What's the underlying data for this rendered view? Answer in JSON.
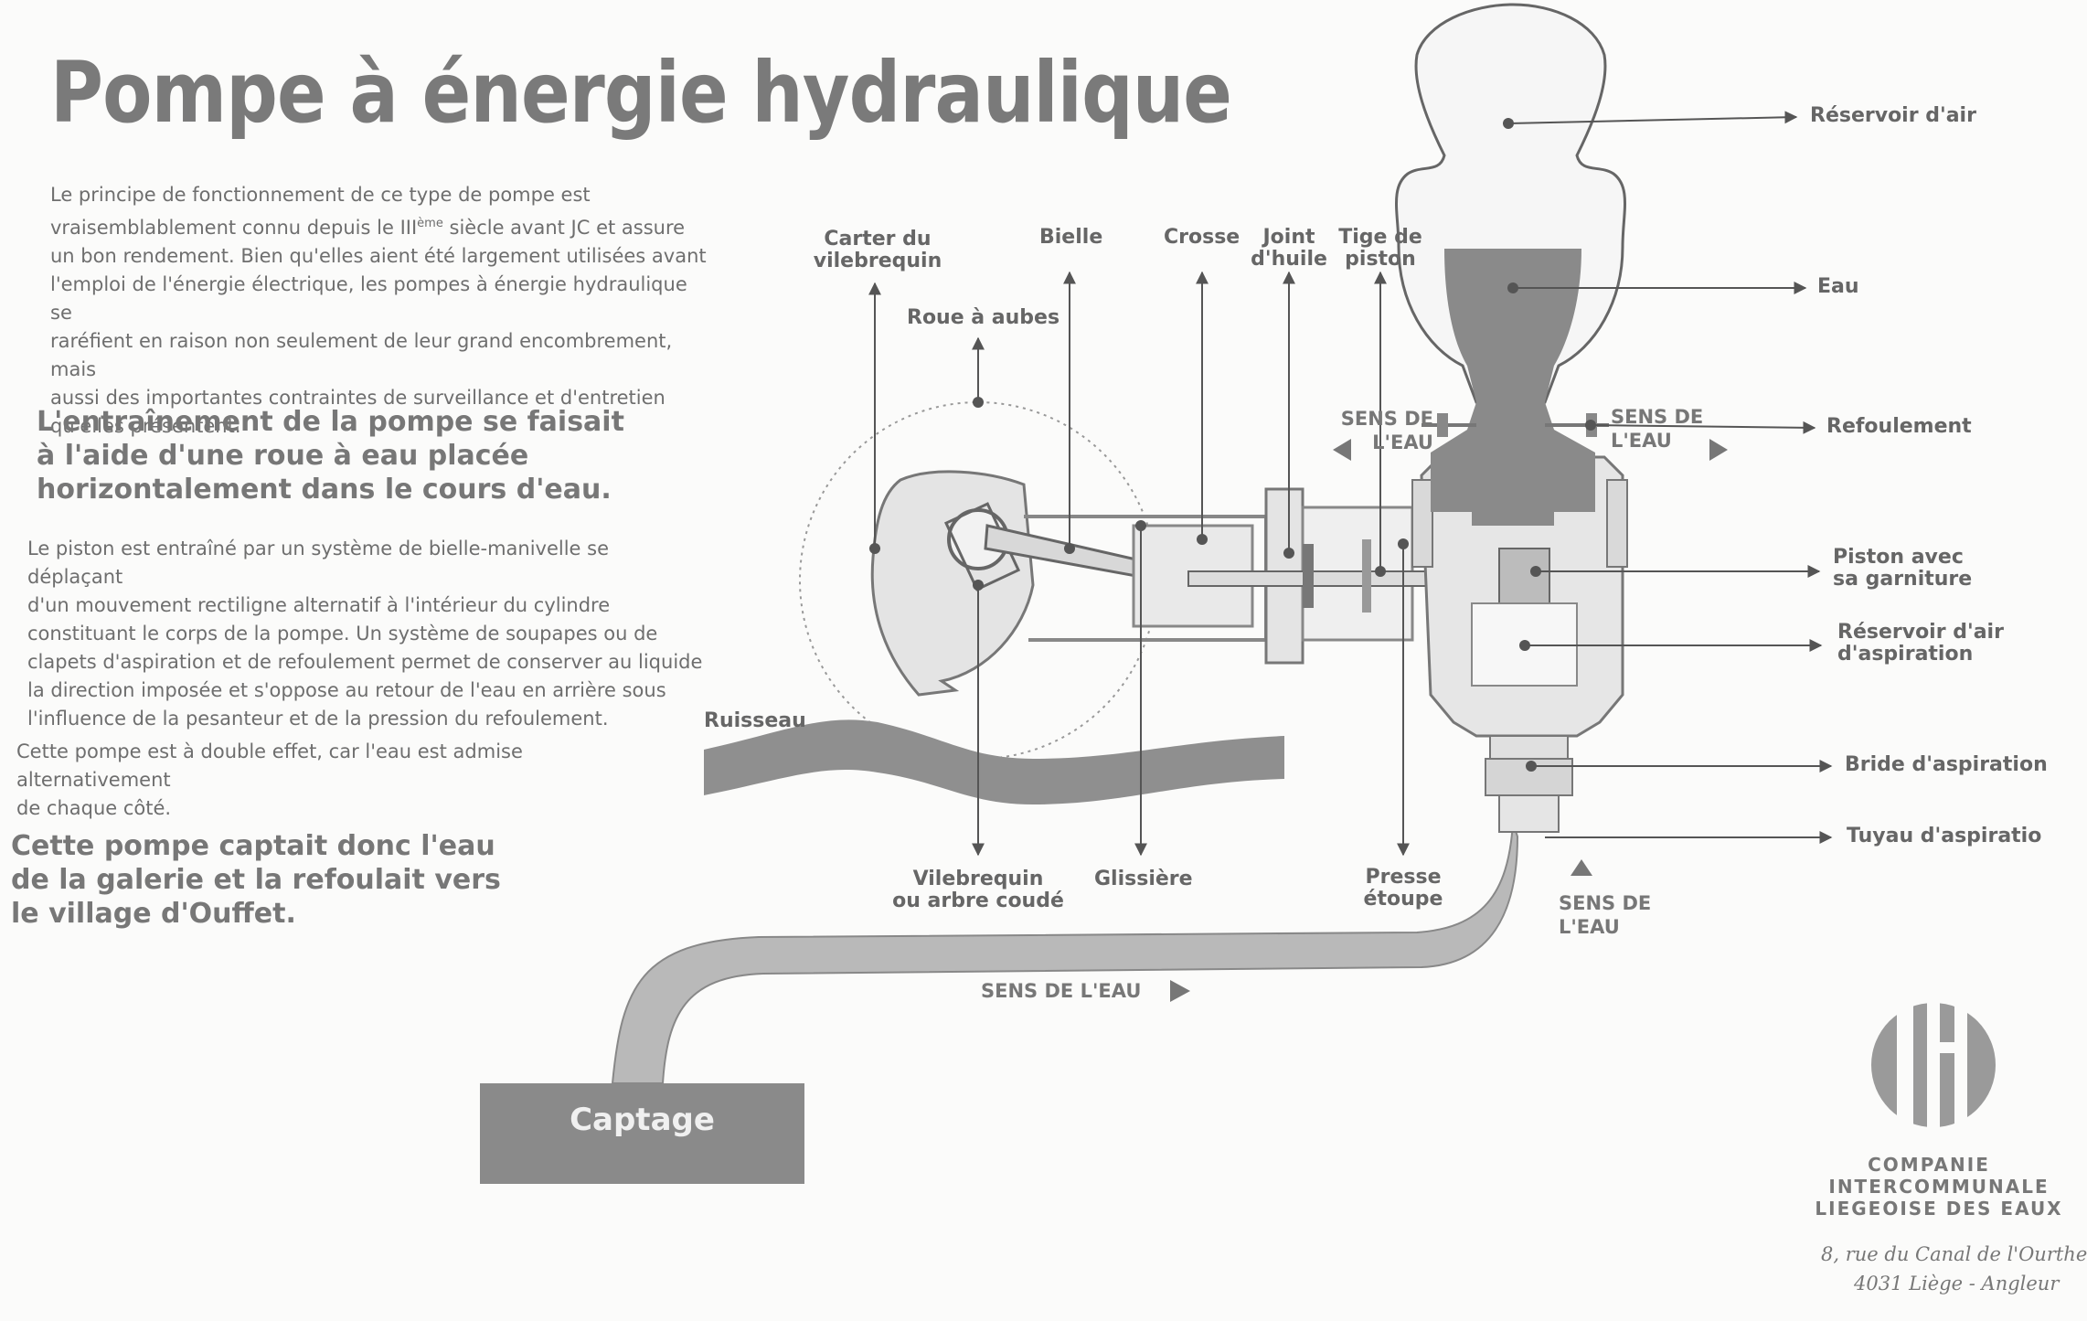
{
  "title": "Pompe à énergie hydraulique",
  "intro": {
    "line1": "Le principe de fonctionnement de ce type de pompe est",
    "line2_pre": "vraisemblablement connu depuis le III",
    "line2_sup": "ème",
    "line2_post": " siècle avant JC et assure",
    "line3": "un bon rendement. Bien qu'elles aient été largement utilisées avant",
    "line4": "l'emploi de l'énergie électrique, les pompes à énergie hydraulique se",
    "line5": "raréfient en raison non seulement de leur grand encombrement, mais",
    "line6": "aussi des importantes contraintes de surveillance et d'entretien",
    "line7": "qu'elles présentent."
  },
  "lead1": [
    "L'entraînement de la pompe se faisait",
    "à l'aide d'une roue à eau placée",
    "horizontalement dans le cours d'eau."
  ],
  "para2": [
    "Le piston est entraîné par un système de bielle-manivelle se déplaçant",
    "d'un mouvement rectiligne alternatif à l'intérieur du cylindre",
    "constituant le corps de la pompe. Un système de soupapes ou de",
    "clapets d'aspiration et de refoulement permet de conserver au liquide",
    "la direction imposée et s'oppose au retour de l'eau en arrière sous",
    "l'influence de la pesanteur et de la pression du refoulement."
  ],
  "para3": [
    "Cette pompe est à double effet, car l'eau est admise alternativement",
    "de chaque côté."
  ],
  "lead2": [
    "Cette pompe captait donc l'eau",
    "de la galerie et la refoulait vers",
    "le village d'Ouffet."
  ],
  "labels": {
    "carter": [
      "Carter du",
      "vilebrequin"
    ],
    "bielle": "Bielle",
    "crosse": "Crosse",
    "joint": [
      "Joint",
      "d'huile"
    ],
    "tige": [
      "Tige de",
      "piston"
    ],
    "roue": "Roue à aubes",
    "ruisseau": "Ruisseau",
    "vilebrequin": [
      "Vilebrequin",
      "ou arbre coudé"
    ],
    "glissiere": "Glissière",
    "presse": [
      "Presse",
      "étoupe"
    ],
    "reservoir_air": "Réservoir d'air",
    "eau": "Eau",
    "refoulement": "Refoulement",
    "piston": [
      "Piston avec",
      "sa garniture"
    ],
    "reservoir_aspiration": [
      "Réservoir d'air",
      "d'aspiration"
    ],
    "bride": "Bride d'aspiration",
    "tuyau": "Tuyau d'aspiratio"
  },
  "flow": {
    "left": [
      "SENS DE",
      "L'EAU"
    ],
    "right": [
      "SENS DE",
      "L'EAU"
    ],
    "bottom": [
      "SENS DE",
      "L'EAU"
    ],
    "pipe": "SENS DE L'EAU"
  },
  "captage": "Captage",
  "company": {
    "line1": "COMPANIE",
    "line2": "INTERCOMMUNALE",
    "line3": "LIEGEOISE DES EAUX",
    "addr1": "8, rue du Canal de l'Ourthe",
    "addr2": "4031 Liège - Angleur"
  },
  "colors": {
    "ink": "#555555",
    "water": "#8a8a8a",
    "light": "#bdbdbd"
  }
}
